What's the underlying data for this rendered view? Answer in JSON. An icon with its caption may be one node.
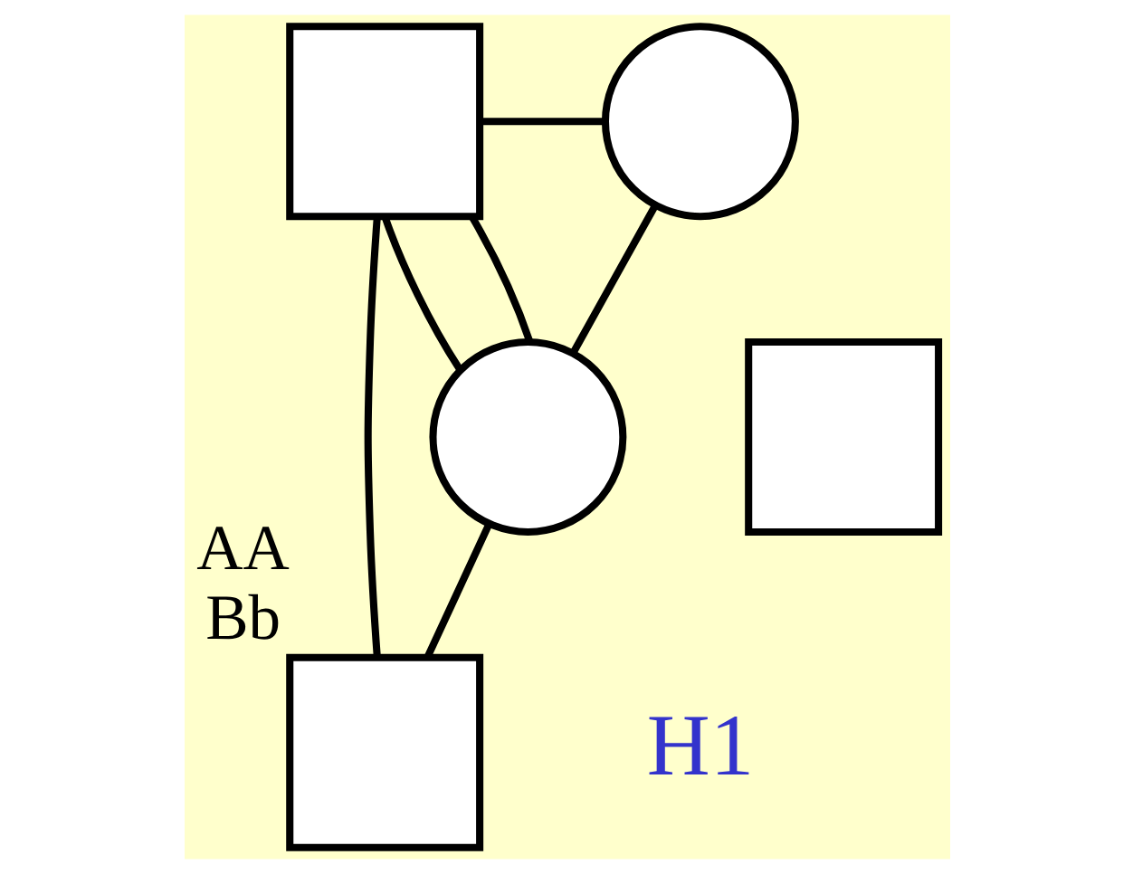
{
  "diagram": {
    "nodes": [
      {
        "text": [],
        "shape": "box"
      },
      {
        "text": [],
        "shape": "circle"
      },
      {
        "text": [],
        "shape": "box"
      },
      {
        "text": [],
        "shape": "circle"
      },
      {
        "text": [],
        "shape": "box",
        "beside": [
          "AA",
          "Bb"
        ]
      }
    ],
    "edges": [
      {
        "from": 0,
        "to": 1,
        "arrow": "none"
      },
      {
        "from": 0,
        "to": 3,
        "arrow": "none"
      },
      {
        "from": 1,
        "to": 3,
        "arrow": "none"
      },
      {
        "from": 0,
        "to": 3,
        "arrow": "none"
      },
      {
        "from": 0,
        "to": 4,
        "arrow": "none"
      },
      {
        "from": 3,
        "to": 4,
        "arrow": "none"
      }
    ],
    "labels": [
      "H1"
    ]
  }
}
